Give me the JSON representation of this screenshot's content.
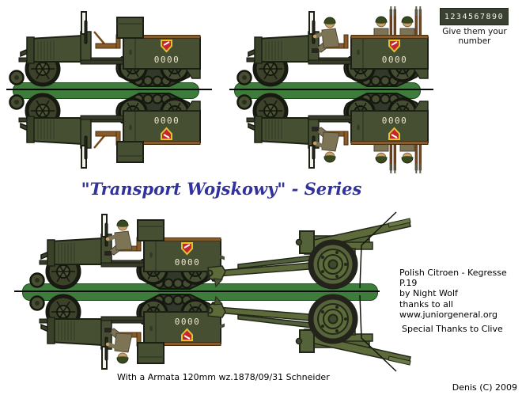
{
  "number_panel": {
    "digits": "1234567890",
    "caption": "Give them your number"
  },
  "title": "\"Transport Wojskowy\" - Series",
  "truck": {
    "side_number": "0000"
  },
  "credits": {
    "lines": [
      "Polish Citroen - Kegresse P.19",
      "by Night Wolf",
      "thanks to all",
      "www.juniorgeneral.org",
      "Special Thanks to Clive"
    ]
  },
  "caption": "With a Armata 120mm wz.1878/09/31 Schneider",
  "copyright": "Denis (C) 2009",
  "colors": {
    "truck_body": "#474f33",
    "gun_body": "#5d6b3a",
    "stand_green": "#3d7c3a",
    "number_box_bg": "#3b4233",
    "title_blue": "#32329e",
    "emblem_red": "#c1272d",
    "emblem_gold": "#e6c229",
    "side_number_color": "#ece8d0"
  }
}
